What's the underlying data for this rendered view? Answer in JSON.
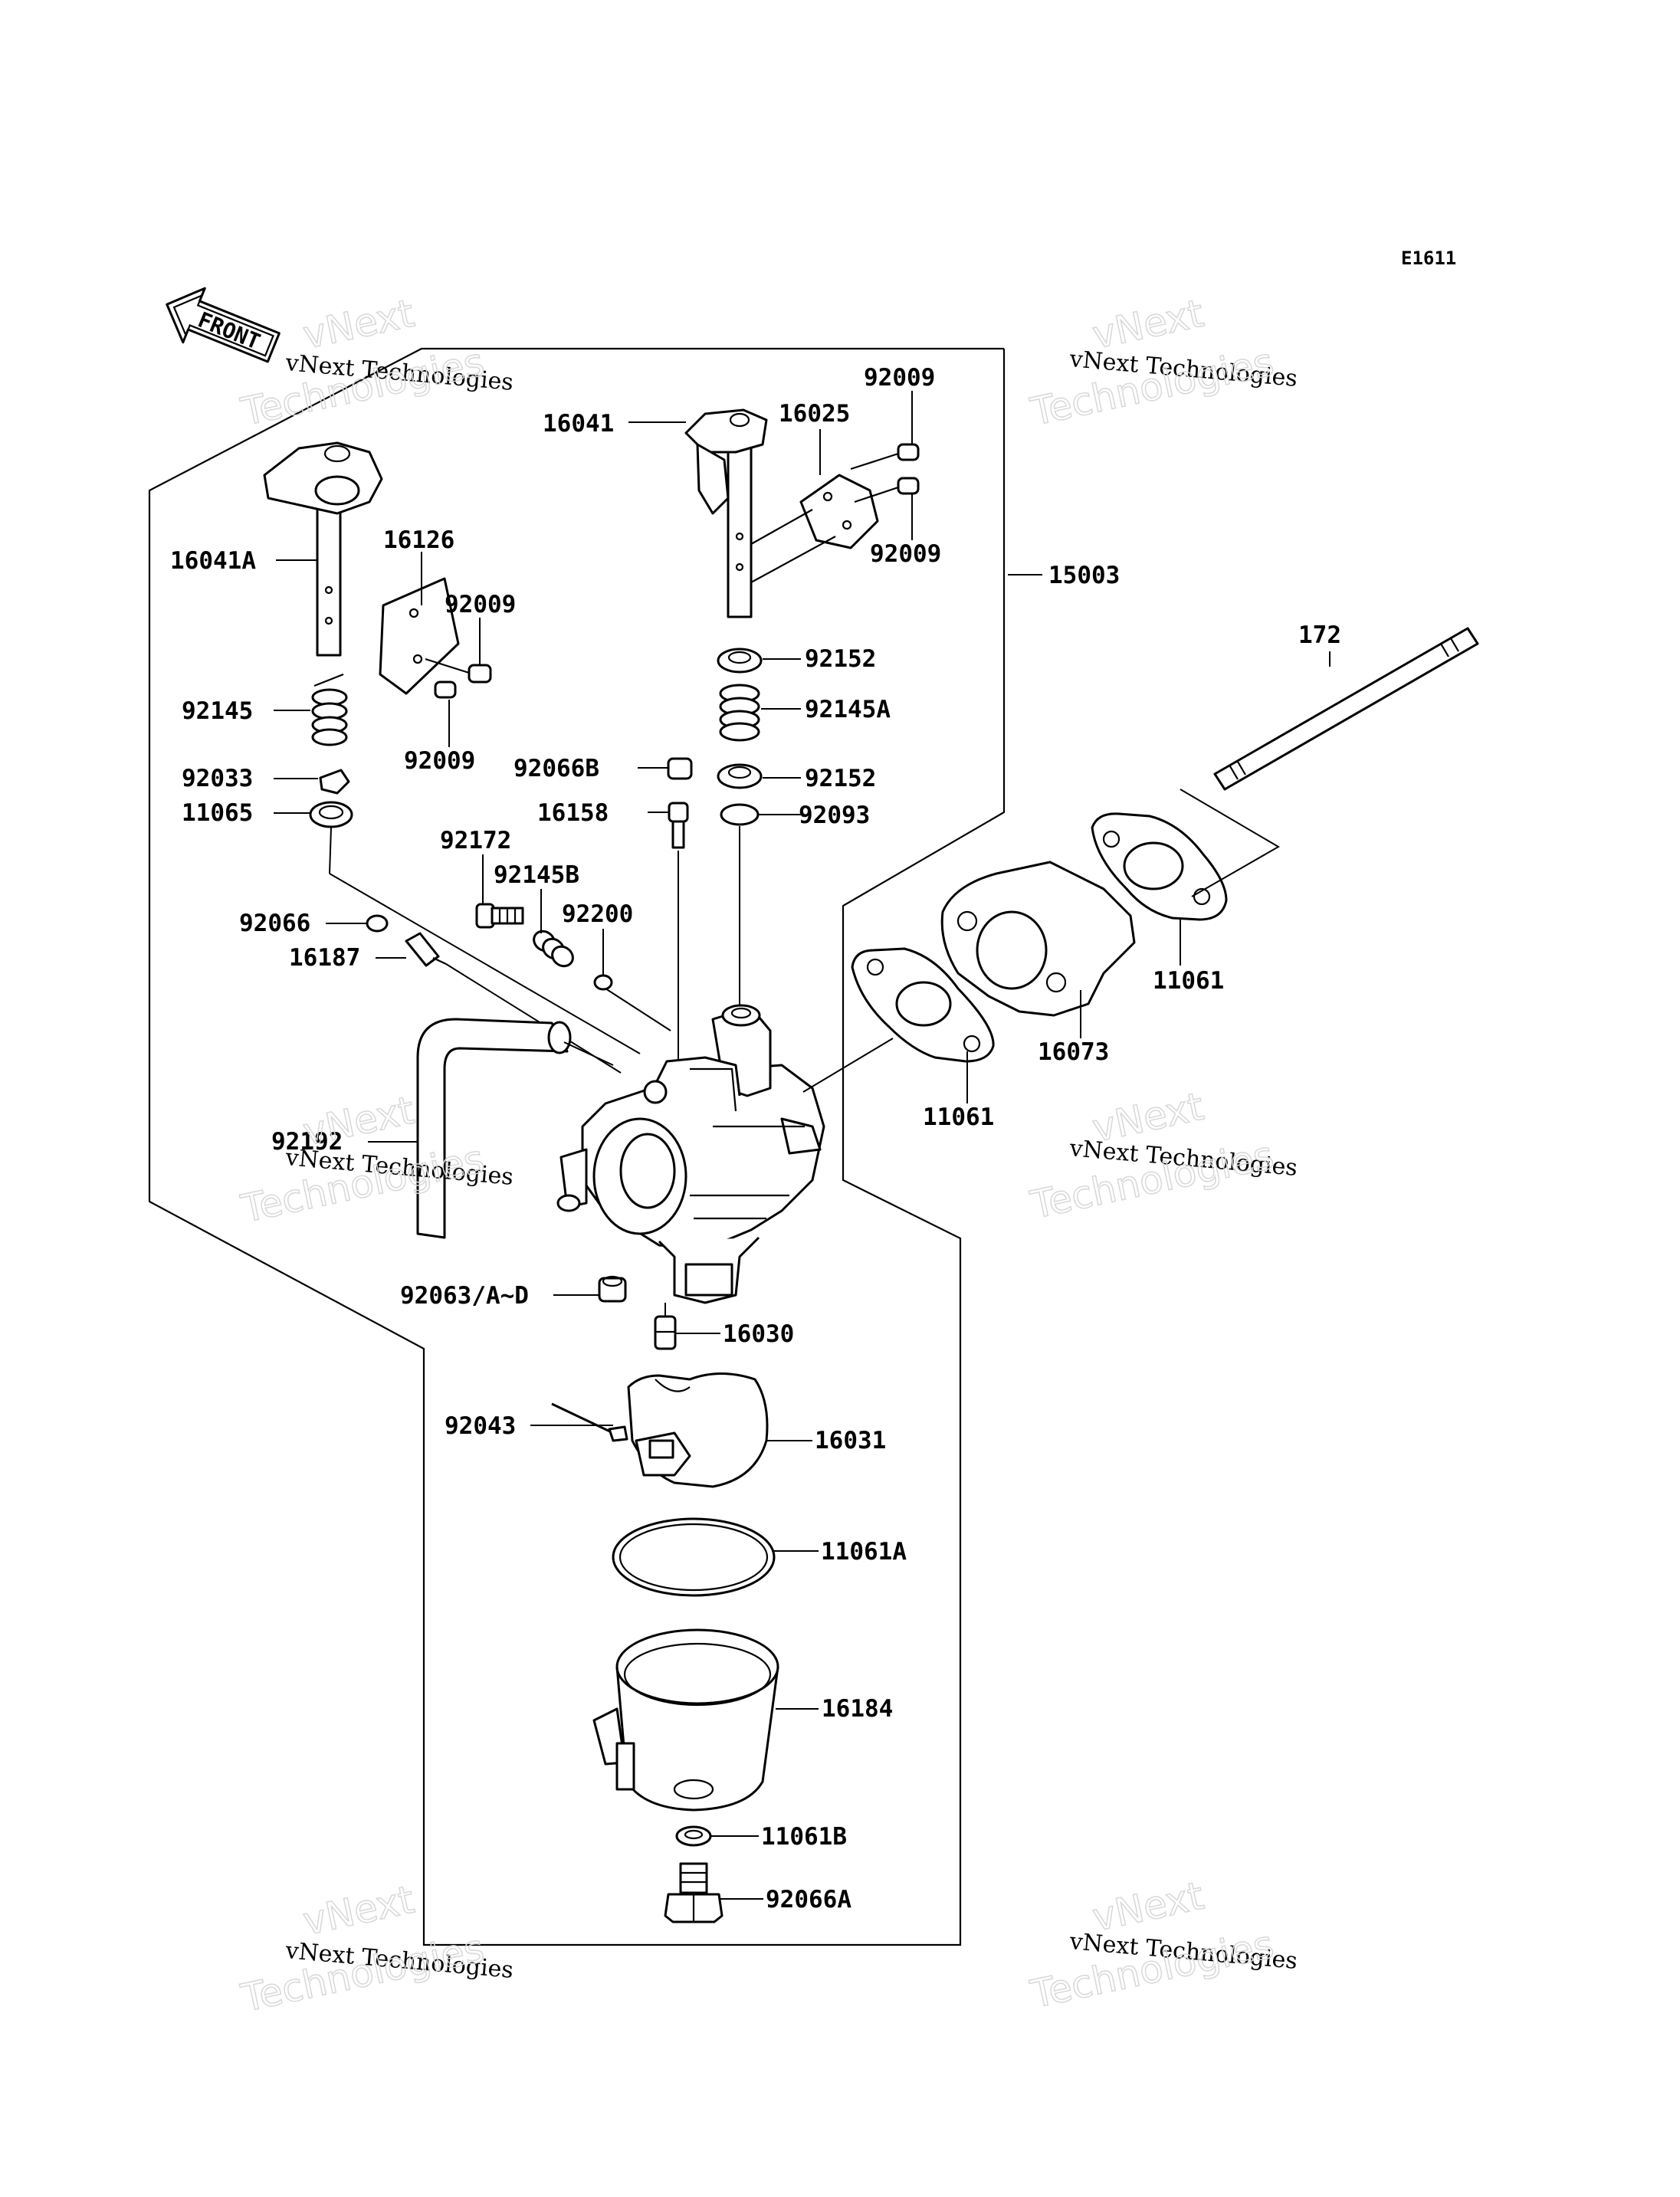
{
  "diagram_code": "E1611",
  "front_arrow_label": "FRONT",
  "watermark": {
    "line1": "vNext",
    "line2": "vNext Technologies",
    "line3": "Technologies"
  },
  "parts": [
    {
      "id": "p16041",
      "number": "16041"
    },
    {
      "id": "p16025",
      "number": "16025"
    },
    {
      "id": "p92009a",
      "number": "92009"
    },
    {
      "id": "p92009b",
      "number": "92009"
    },
    {
      "id": "p15003",
      "number": "15003"
    },
    {
      "id": "p16041a",
      "number": "16041A"
    },
    {
      "id": "p16126",
      "number": "16126"
    },
    {
      "id": "p92009c",
      "number": "92009"
    },
    {
      "id": "p92009d",
      "number": "92009"
    },
    {
      "id": "p92152a",
      "number": "92152"
    },
    {
      "id": "p92145a",
      "number": "92145A"
    },
    {
      "id": "p92145",
      "number": "92145"
    },
    {
      "id": "p172",
      "number": "172"
    },
    {
      "id": "p92066b",
      "number": "92066B"
    },
    {
      "id": "p92152b",
      "number": "92152"
    },
    {
      "id": "p92033",
      "number": "92033"
    },
    {
      "id": "p11065",
      "number": "11065"
    },
    {
      "id": "p16158",
      "number": "16158"
    },
    {
      "id": "p92093",
      "number": "92093"
    },
    {
      "id": "p92172",
      "number": "92172"
    },
    {
      "id": "p92145b",
      "number": "92145B"
    },
    {
      "id": "p92200",
      "number": "92200"
    },
    {
      "id": "p92066",
      "number": "92066"
    },
    {
      "id": "p16187",
      "number": "16187"
    },
    {
      "id": "p11061a",
      "number": "11061"
    },
    {
      "id": "p16073",
      "number": "16073"
    },
    {
      "id": "p11061b",
      "number": "11061"
    },
    {
      "id": "p92192",
      "number": "92192"
    },
    {
      "id": "p92063",
      "number": "92063/A~D"
    },
    {
      "id": "p16030",
      "number": "16030"
    },
    {
      "id": "p92043",
      "number": "92043"
    },
    {
      "id": "p16031",
      "number": "16031"
    },
    {
      "id": "p11061A",
      "number": "11061A"
    },
    {
      "id": "p16184",
      "number": "16184"
    },
    {
      "id": "p11061B",
      "number": "11061B"
    },
    {
      "id": "p92066A",
      "number": "92066A"
    }
  ]
}
